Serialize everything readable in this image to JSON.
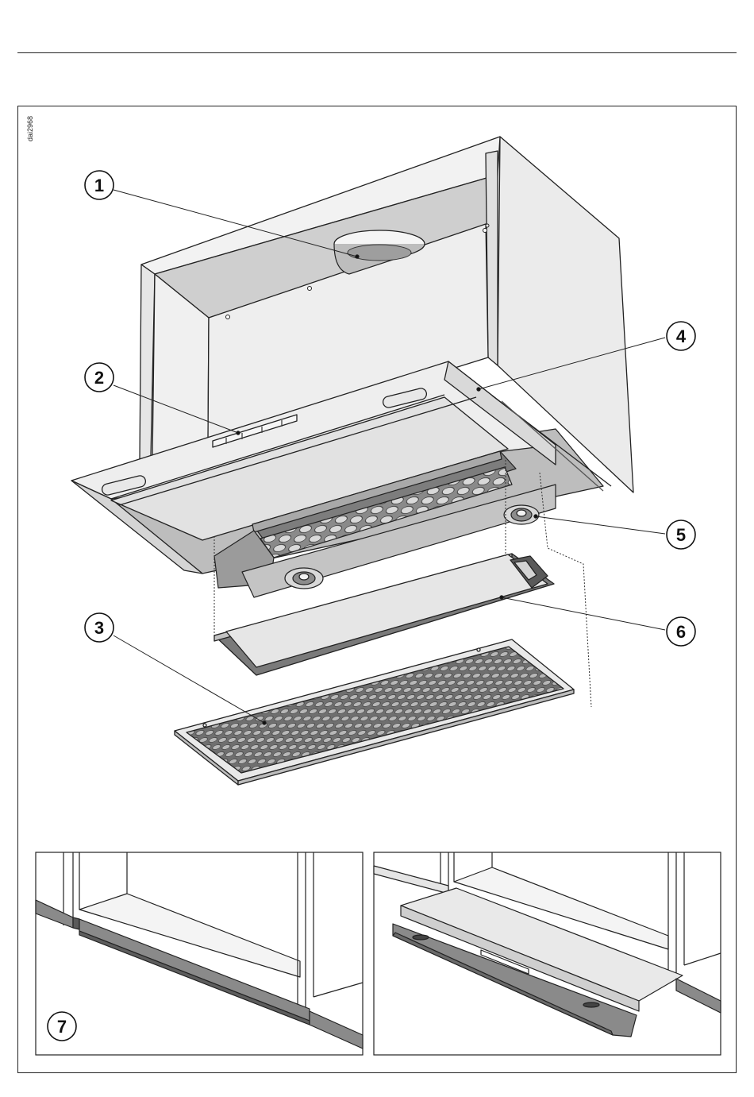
{
  "drawing_code": "dai2968",
  "callouts": {
    "c1": "1",
    "c2": "2",
    "c3": "3",
    "c4": "4",
    "c5": "5",
    "c6": "6",
    "c7": "7"
  }
}
